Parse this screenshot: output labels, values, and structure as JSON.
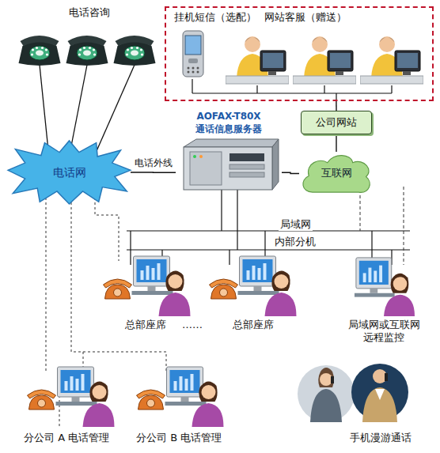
{
  "diagram": {
    "nodes": [
      {
        "text": [
          "挂机短信（选配）",
          "网站客服（赠送）"
        ]
      },
      {
        "text": [
          "公司网站"
        ]
      },
      {
        "text": [
          "AOFAX-T80X 通话信息服务器"
        ]
      },
      {
        "text": [
          "电话网"
        ]
      },
      {
        "text": [
          "互联网"
        ]
      }
    ],
    "edges": [
      {
        "from": 3,
        "to": 2,
        "label": "电话外线",
        "arrow": "none"
      },
      {
        "from": 2,
        "to": 4,
        "arrow": "none"
      },
      {
        "from": 4,
        "to": 1,
        "arrow": "none"
      },
      {
        "from": 1,
        "to": 0,
        "arrow": "none"
      }
    ],
    "labels": [
      "电话咨询",
      "局域网",
      "内部分机",
      "总部座席",
      "……",
      "总部座席",
      "局域网或互联网 远程监控",
      "分公司 A 电话管理",
      "分公司 B 电话管理",
      "手机漫游通话"
    ]
  }
}
